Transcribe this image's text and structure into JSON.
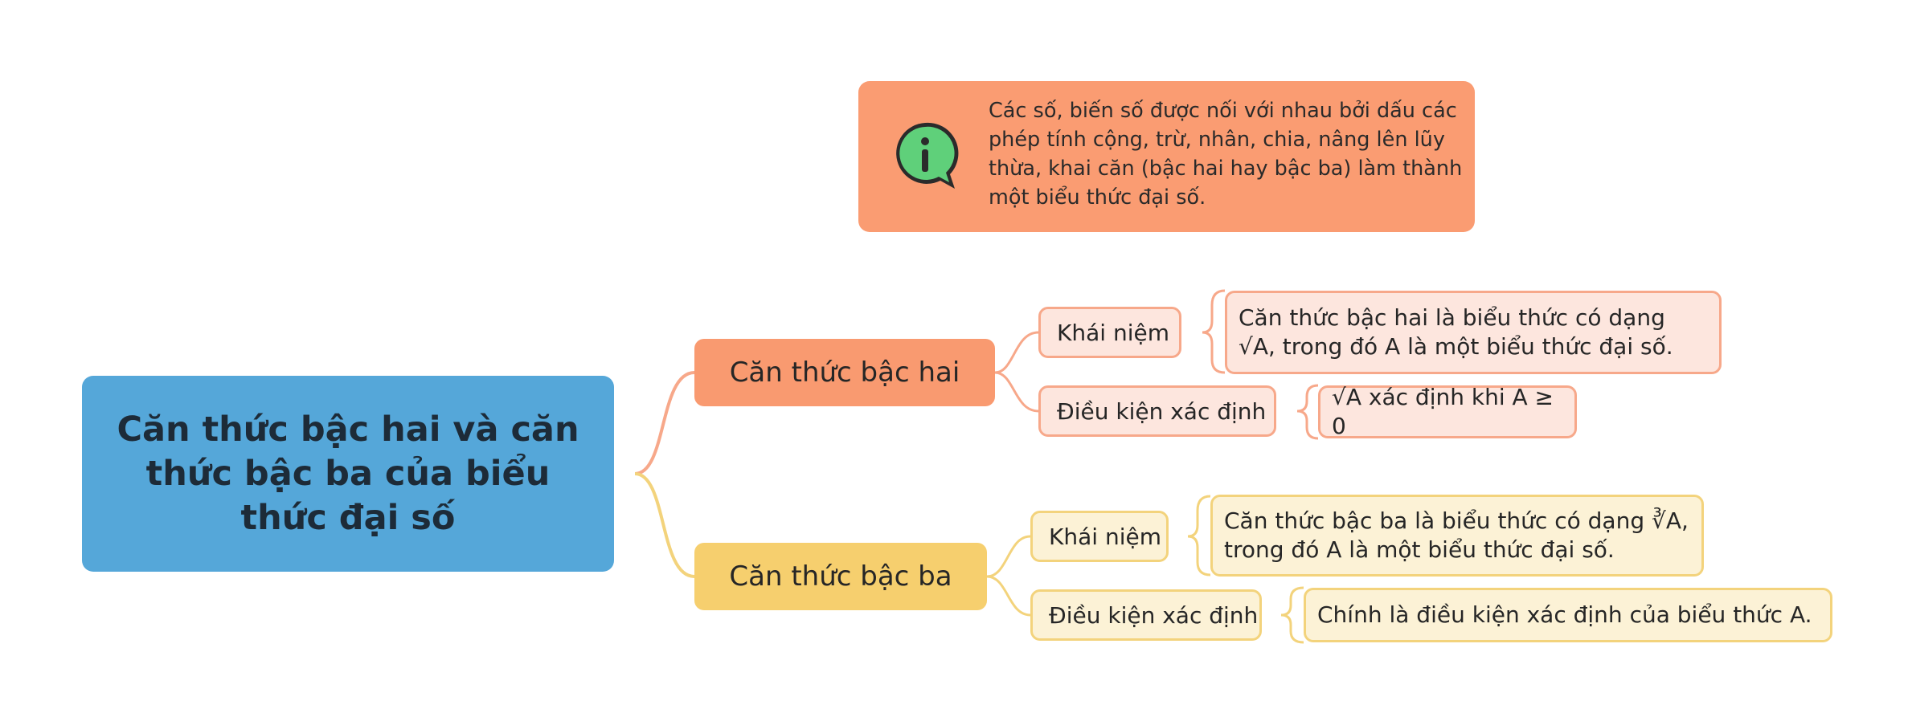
{
  "root": {
    "title": "Căn thức bậc hai và căn thức bậc ba của biểu thức đại số"
  },
  "info": {
    "icon": "info-speech-bubble-icon",
    "text": "Các số, biến số được nối với nhau bởi dấu các phép tính cộng, trừ, nhân, chia, nâng lên lũy thừa, khai căn (bậc hai hay bậc ba) làm thành một biểu thức đại số."
  },
  "branches": [
    {
      "label": "Căn thức bậc hai",
      "items": [
        {
          "label": "Khái niệm",
          "detail": "Căn thức bậc hai là biểu thức có dạng √A, trong đó A là một biểu thức đại số."
        },
        {
          "label": "Điều kiện xác định",
          "detail": "√A xác định khi A ≥ 0"
        }
      ]
    },
    {
      "label": "Căn thức bậc ba",
      "items": [
        {
          "label": "Khái niệm",
          "detail": "Căn thức bậc ba là biểu thức có dạng ∛A, trong đó A là một biểu thức đại số."
        },
        {
          "label": "Điều kiện xác định",
          "detail": "Chính là điều kiện xác định của biểu thức A."
        }
      ]
    }
  ],
  "colors": {
    "root": "#55a7d9",
    "info": "#fa9c72",
    "branch_orange": "#f99a70",
    "branch_yellow": "#f6cf6e",
    "icon_green": "#5fd07a"
  }
}
